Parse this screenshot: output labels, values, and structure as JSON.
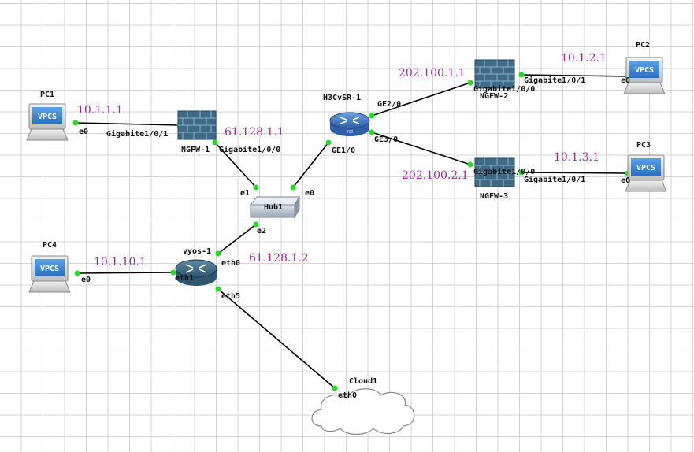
{
  "nodes": {
    "pc1": "PC1",
    "pc2": "PC2",
    "pc3": "PC3",
    "pc4": "PC4",
    "ngfw1": "NGFW-1",
    "ngfw2": "NGFW-2",
    "ngfw3": "NGFW-3",
    "router": "H3CvSR-1",
    "hub": "Hub1",
    "vyos": "vyos-1",
    "cloud": "Cloud1",
    "vpcs_screen": "VPCS",
    "router_badge": "VSR"
  },
  "ports": {
    "pc1_e0": "e0",
    "ngfw1_g101": "Gigabite1/0/1",
    "ngfw1_g100": "Gigabite1/0/0",
    "hub_e1": "e1",
    "hub_e0": "e0",
    "hub_e2": "e2",
    "r_ge10": "GE1/0",
    "r_ge20": "GE2/0",
    "r_ge30": "GE3/0",
    "ngfw2_g100": "Gigabite1/0/0",
    "ngfw2_g101": "Gigabite1/0/1",
    "pc2_e0": "e0",
    "ngfw3_g100": "Gigabite1/0/0",
    "ngfw3_g101": "Gigabite1/0/1",
    "pc3_e0": "e0",
    "vyos_eth0": "eth0",
    "vyos_eth1": "eth1",
    "vyos_eth5": "eth5",
    "pc4_e0": "e0",
    "cloud_eth0": "eth0"
  },
  "ips": {
    "pc1_net": "10.1.1.1",
    "ngfw1_out": "61.128.1.1",
    "ngfw2_out": "202.100.1.1",
    "pc2_net": "10.1.2.1",
    "pc3_net": "10.1.3.1",
    "ngfw3_out": "202.100.2.1",
    "pc4_net": "10.1.10.1",
    "vyos_out": "61.128.1.2"
  },
  "colors": {
    "ip_label": "#9b2f9b",
    "link_dot": "#22dd22",
    "link_line": "#000000",
    "grid": "#d4d4d4"
  },
  "icons": {
    "pc": "vpcs-pc-icon",
    "firewall": "brick-firewall-icon",
    "router": "router-icon",
    "hub": "hub-icon",
    "cloud": "cloud-icon"
  }
}
